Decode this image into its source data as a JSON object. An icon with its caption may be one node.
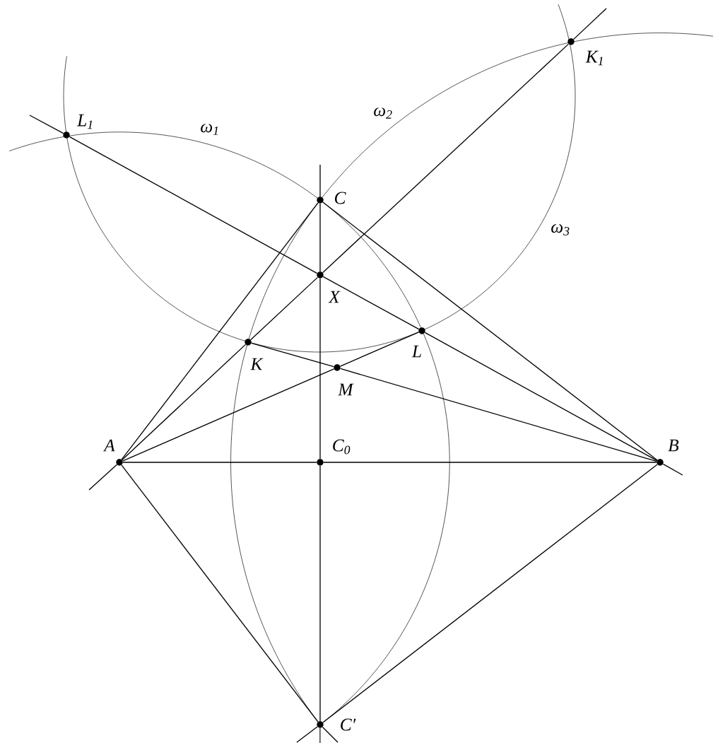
{
  "diagram": {
    "nodes": [
      {
        "text": [
          "L$_{1}$"
        ]
      },
      {
        "text": [
          "K$_{1}$"
        ]
      },
      {
        "text": [
          "C"
        ]
      },
      {
        "text": [
          "X"
        ]
      },
      {
        "text": [
          "L"
        ]
      },
      {
        "text": [
          "K"
        ]
      },
      {
        "text": [
          "M"
        ]
      },
      {
        "text": [
          "A"
        ]
      },
      {
        "text": [
          "C$_{0}$"
        ]
      },
      {
        "text": [
          "B"
        ]
      },
      {
        "text": [
          "C′"
        ]
      }
    ],
    "edges": [
      {
        "from": 7,
        "to": 2,
        "arrow": "none"
      },
      {
        "from": 2,
        "to": 9,
        "arrow": "none"
      },
      {
        "from": 7,
        "to": 8,
        "arrow": "none"
      },
      {
        "from": 8,
        "to": 9,
        "arrow": "none"
      },
      {
        "from": 7,
        "to": 5,
        "arrow": "none"
      },
      {
        "from": 5,
        "to": 3,
        "arrow": "none"
      },
      {
        "from": 3,
        "to": 1,
        "arrow": "none"
      },
      {
        "from": 9,
        "to": 4,
        "arrow": "none"
      },
      {
        "from": 4,
        "to": 3,
        "arrow": "none"
      },
      {
        "from": 3,
        "to": 0,
        "arrow": "none"
      },
      {
        "from": 7,
        "to": 6,
        "arrow": "none"
      },
      {
        "from": 6,
        "to": 4,
        "arrow": "none"
      },
      {
        "from": 9,
        "to": 6,
        "arrow": "none"
      },
      {
        "from": 6,
        "to": 5,
        "arrow": "none"
      },
      {
        "from": 2,
        "to": 3,
        "arrow": "none"
      },
      {
        "from": 3,
        "to": 8,
        "arrow": "none"
      },
      {
        "from": 8,
        "to": 10,
        "arrow": "none"
      },
      {
        "from": 7,
        "to": 10,
        "arrow": "none"
      },
      {
        "from": 9,
        "to": 10,
        "arrow": "none"
      },
      {
        "from": 7,
        "to": null,
        "arrow": "none"
      },
      {
        "from": 9,
        "to": null,
        "arrow": "none"
      },
      {
        "from": 0,
        "to": null,
        "arrow": "none"
      },
      {
        "from": 1,
        "to": null,
        "arrow": "none"
      },
      {
        "from": 2,
        "to": null,
        "arrow": "none"
      },
      {
        "from": 10,
        "to": null,
        "arrow": "none"
      },
      {
        "from": 10,
        "to": null,
        "arrow": "none"
      },
      {
        "from": 10,
        "to": null,
        "arrow": "none"
      }
    ],
    "labels": [
      "ω$_{1}$",
      "ω$_{2}$",
      "ω$_{3}$"
    ]
  }
}
